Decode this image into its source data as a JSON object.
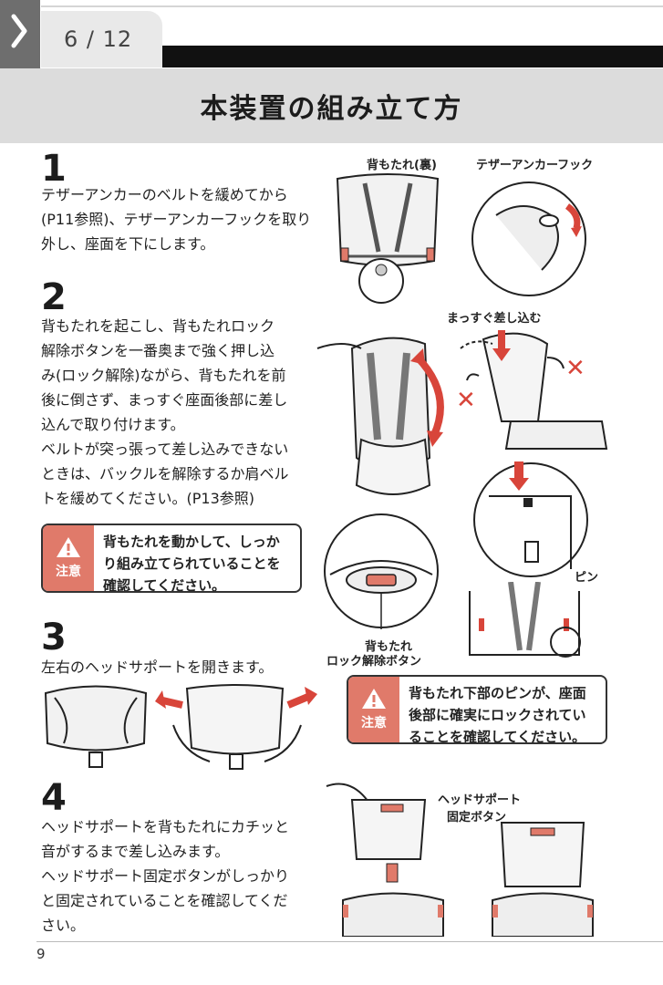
{
  "nav": {
    "page_indicator": "6 / 12"
  },
  "title": "本装置の組み立て方",
  "steps": [
    {
      "number": "1",
      "lines": [
        "テザーアンカーのベルトを緩めてから",
        "(P11参照)、テザーアンカーフックを取り",
        "外し、座面を下にします。"
      ]
    },
    {
      "number": "2",
      "lines": [
        "背もたれを起こし、背もたれロック",
        "解除ボタンを一番奥まで強く押し込",
        "み(ロック解除)ながら、背もたれを前",
        "後に倒さず、まっすぐ座面後部に差し",
        "込んで取り付けます。",
        "ベルトが突っ張って差し込みできない",
        "ときは、バックルを解除するか肩ベル",
        "トを緩めてください。(P13参照)"
      ]
    },
    {
      "number": "3",
      "lines": [
        "左右のヘッドサポートを開きます。"
      ]
    },
    {
      "number": "4",
      "lines": [
        "ヘッドサポートを背もたれにカチッと",
        "音がするまで差し込みます。",
        "ヘッドサポート固定ボタンがしっかり",
        "と固定されていることを確認してくだ",
        "さい。"
      ]
    }
  ],
  "cautions": [
    {
      "label": "注意",
      "lines": [
        "背もたれを動かして、しっか",
        "り組み立てられていることを",
        "確認してください。"
      ]
    },
    {
      "label": "注意",
      "lines": [
        "背もたれ下部のピンが、座面",
        "後部に確実にロックされてい",
        "ることを確認してください。"
      ]
    }
  ],
  "labels": {
    "backrest_rear": "背もたれ(裏)",
    "tether_hook": "テザーアンカーフック",
    "insert_straight": "まっすぐ差し込む",
    "pin": "ピン",
    "lock_release_1": "背もたれ",
    "lock_release_2": "ロック解除ボタン",
    "headsupport_btn_1": "ヘッドサポート",
    "headsupport_btn_2": "固定ボタン"
  },
  "page_number": "9",
  "colors": {
    "accent": "#e07a6a",
    "arrow": "#d8453a",
    "title_bg": "#dcdcdc"
  }
}
